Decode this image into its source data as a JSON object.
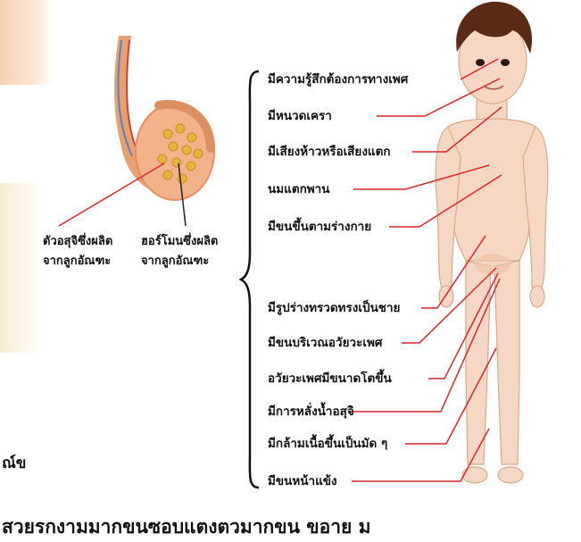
{
  "gland_labels": {
    "sperm": [
      "ตัวอสุจิซึ่งผลิต",
      "จากลูกอัณฑะ"
    ],
    "hormone": [
      "ฮอร์โมนซึ่งผลิต",
      "จากลูกอัณฑะ"
    ]
  },
  "traits": [
    "มีความรู้สึกต้องการทางเพศ",
    "มีหนวดเครา",
    "มีเสียงห้าวหรือเสียงแตก",
    "นมแตกพาน",
    "มีขนขึ้นตามร่างกาย",
    "มีรูปร่างทรวดทรงเป็นชาย",
    "มีขนบริเวณอวัยวะเพศ",
    "อวัยวะเพศมีขนาดโตขึ้น",
    "มีการหลั่งน้ำอสุจิ",
    "มีกล้ามเนื้อขึ้นเป็นมัด ๆ",
    "มีขนหน้าแข้ง"
  ],
  "fragments": {
    "left_cut": "ณ์ข",
    "bottom_line": "สวยรกงามมากขนซอบแตงตวมากขน ขอาย ม"
  },
  "colors": {
    "leader_line": "#d8262b",
    "skin": "#f6d7c3",
    "hair": "#5a2a17",
    "testis": "#f2b38a",
    "yellow_cells": "#e8b33a"
  }
}
